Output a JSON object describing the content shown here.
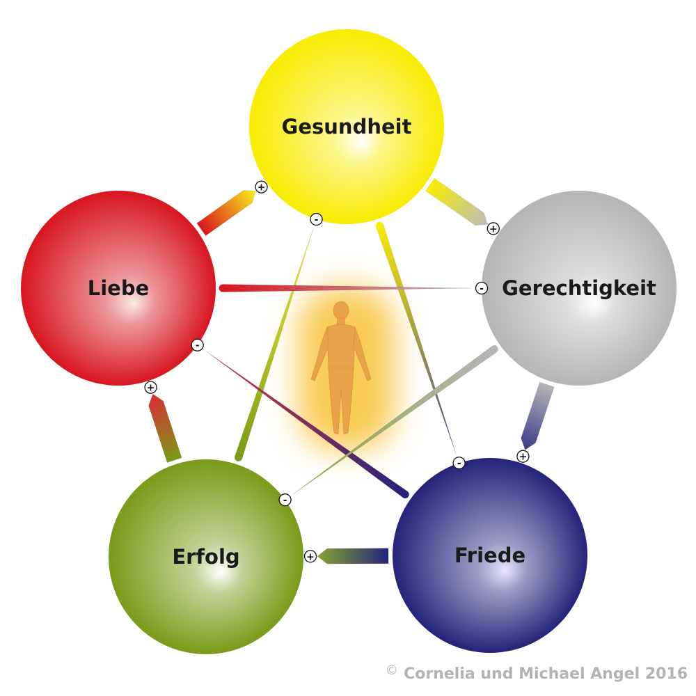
{
  "nodes": [
    {
      "id": "gesundheit",
      "label": "Gesundheit",
      "color": "#f8ec00",
      "highlight": "#ffffff"
    },
    {
      "id": "gerechtigkeit",
      "label": "Gerechtigkeit",
      "color": "#b5b5b8",
      "highlight": "#ffffff"
    },
    {
      "id": "friede",
      "label": "Friede",
      "color": "#25237a",
      "highlight": "#e8e6ff"
    },
    {
      "id": "erfolg",
      "label": "Erfolg",
      "color": "#7a9a18",
      "highlight": "#ffffff"
    },
    {
      "id": "liebe",
      "label": "Liebe",
      "color": "#d8151f",
      "highlight": "#fbeae4"
    }
  ],
  "positive_arrows": [
    {
      "from": "gesundheit",
      "to": "gerechtigkeit",
      "sign": "+"
    },
    {
      "from": "gerechtigkeit",
      "to": "friede",
      "sign": "+"
    },
    {
      "from": "friede",
      "to": "erfolg",
      "sign": "+"
    },
    {
      "from": "erfolg",
      "to": "liebe",
      "sign": "+"
    },
    {
      "from": "liebe",
      "to": "gesundheit",
      "sign": "+"
    }
  ],
  "negative_arrows": [
    {
      "from": "erfolg",
      "to": "gesundheit",
      "sign": "-"
    },
    {
      "from": "gesundheit",
      "to": "friede",
      "sign": "-"
    },
    {
      "from": "friede",
      "to": "liebe",
      "sign": "-"
    },
    {
      "from": "liebe",
      "to": "gerechtigkeit",
      "sign": "-"
    },
    {
      "from": "gerechtigkeit",
      "to": "erfolg",
      "sign": "-"
    }
  ],
  "center": {
    "icon": "human-figure-icon",
    "glow_color": "#f7c238",
    "body_color": "#eaa24a"
  },
  "copyright": {
    "symbol": "©",
    "text": "Cornelia und Michael Angel 2016"
  }
}
